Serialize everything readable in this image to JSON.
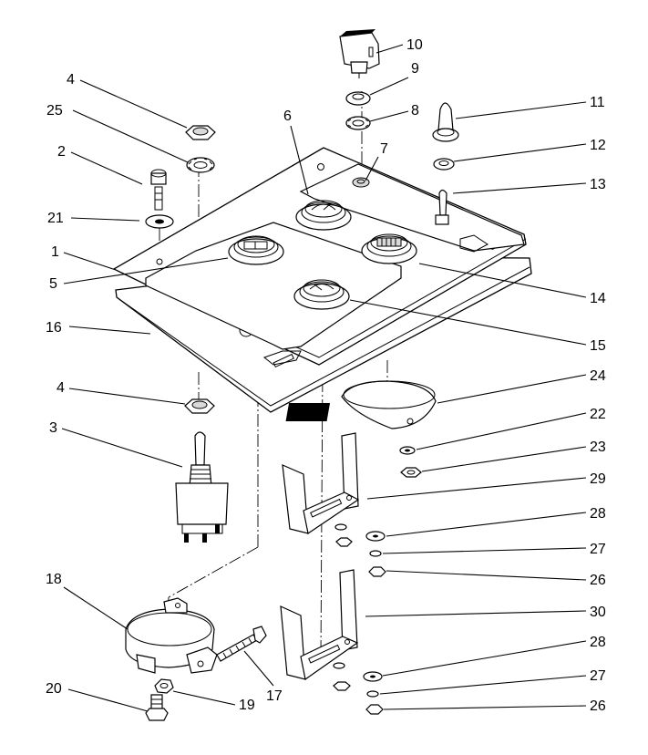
{
  "callouts": [
    {
      "id": "c1",
      "text": "1"
    },
    {
      "id": "c2",
      "text": "2"
    },
    {
      "id": "c3",
      "text": "3"
    },
    {
      "id": "c4a",
      "text": "4"
    },
    {
      "id": "c4b",
      "text": "4"
    },
    {
      "id": "c5",
      "text": "5"
    },
    {
      "id": "c6",
      "text": "6"
    },
    {
      "id": "c7",
      "text": "7"
    },
    {
      "id": "c8",
      "text": "8"
    },
    {
      "id": "c9",
      "text": "9"
    },
    {
      "id": "c10",
      "text": "10"
    },
    {
      "id": "c11",
      "text": "11"
    },
    {
      "id": "c12",
      "text": "12"
    },
    {
      "id": "c13",
      "text": "13"
    },
    {
      "id": "c14",
      "text": "14"
    },
    {
      "id": "c15",
      "text": "15"
    },
    {
      "id": "c16",
      "text": "16"
    },
    {
      "id": "c17",
      "text": "17"
    },
    {
      "id": "c18",
      "text": "18"
    },
    {
      "id": "c19",
      "text": "19"
    },
    {
      "id": "c20",
      "text": "20"
    },
    {
      "id": "c21",
      "text": "21"
    },
    {
      "id": "c22",
      "text": "22"
    },
    {
      "id": "c23",
      "text": "23"
    },
    {
      "id": "c24",
      "text": "24"
    },
    {
      "id": "c25",
      "text": "25"
    },
    {
      "id": "c26a",
      "text": "26"
    },
    {
      "id": "c26b",
      "text": "26"
    },
    {
      "id": "c27a",
      "text": "27"
    },
    {
      "id": "c27b",
      "text": "27"
    },
    {
      "id": "c28a",
      "text": "28"
    },
    {
      "id": "c28b",
      "text": "28"
    },
    {
      "id": "c29",
      "text": "29"
    },
    {
      "id": "c30",
      "text": "30"
    }
  ]
}
